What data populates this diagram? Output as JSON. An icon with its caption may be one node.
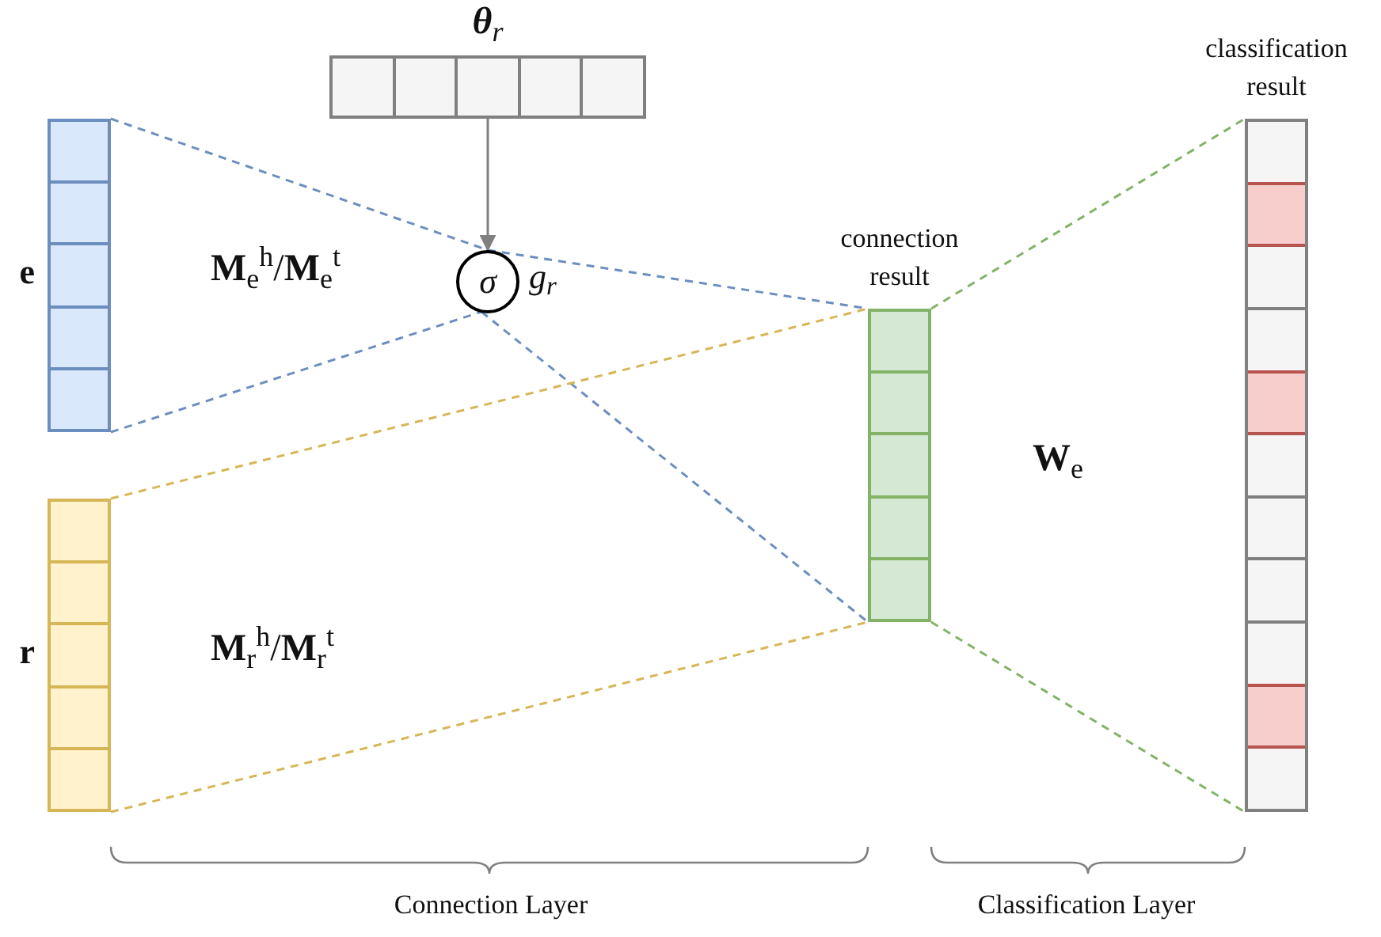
{
  "diagram": {
    "nodes": [
      {
        "text": [
          "**θ**$_{r}$"
        ]
      },
      {
        "text": [
          "σ"
        ],
        "beside": [
          "g$_{r}$"
        ]
      },
      {
        "text": [
          "**e**"
        ]
      },
      {
        "text": [
          "**r**"
        ]
      },
      {
        "text": [
          "connection result"
        ]
      },
      {
        "text": [
          "classification result"
        ]
      }
    ],
    "edges": [
      {
        "from": 0,
        "to": 1,
        "arrow": "to",
        "color": "#808080"
      },
      {
        "from": 2,
        "to": 1,
        "arrow": "none",
        "style": "dashed"
      },
      {
        "from": 2,
        "to": 1,
        "arrow": "none",
        "style": "dashed"
      },
      {
        "from": 1,
        "to": 4,
        "arrow": "none",
        "style": "dashed"
      },
      {
        "from": 1,
        "to": 4,
        "arrow": "none",
        "style": "dashed"
      },
      {
        "from": 3,
        "to": 4,
        "arrow": "none",
        "style": "dashed",
        "color": "#d6b656"
      },
      {
        "from": 3,
        "to": 4,
        "arrow": "none",
        "style": "dashed",
        "color": "#d6b656"
      },
      {
        "from": 4,
        "to": 5,
        "arrow": "none",
        "style": "dashed",
        "color": "#82b366"
      },
      {
        "from": 4,
        "to": 5,
        "arrow": "none",
        "style": "dashed",
        "color": "#82b366"
      }
    ],
    "labels": [
      "**M**$_{e}$$^{h}$/**M**$_{e}$$^{t}$",
      "**M**$_{r}$$^{h}$/**M**$_{r}$$^{t}$",
      "**W**$_{e}$",
      "Connection Layer",
      "Classification Layer"
    ]
  }
}
